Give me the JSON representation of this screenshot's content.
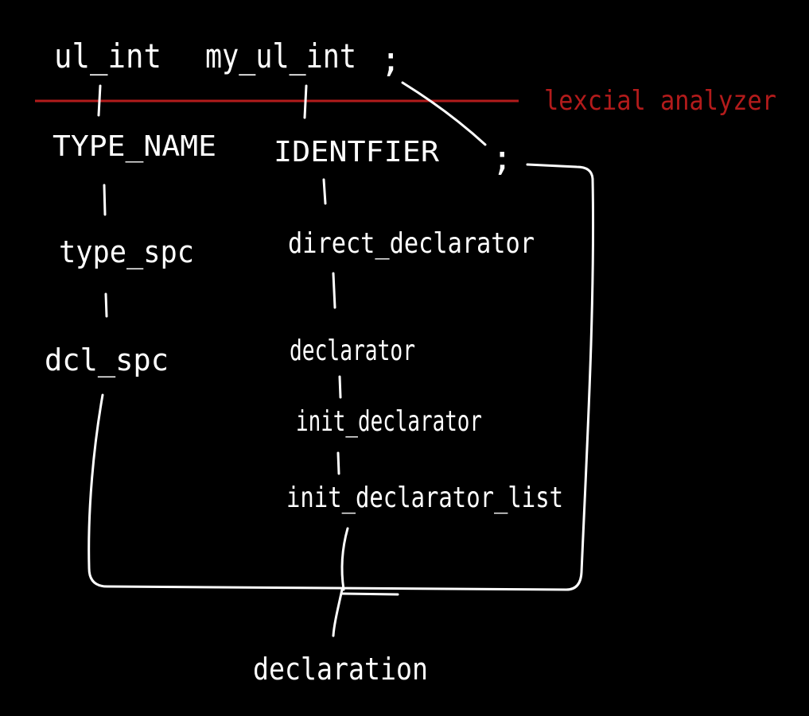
{
  "colors": {
    "background": "#000000",
    "ink": "#ffffff",
    "lexer_line": "#b31b1b"
  },
  "source": {
    "type_token": "ul_int",
    "identifier_token": "my_ul_int",
    "semicolon": ";"
  },
  "lexer_label": "lexcial analyzer",
  "tokens": {
    "type_name": "TYPE_NAME",
    "identifier": "IDENTFIER",
    "semicolon": ";"
  },
  "left_chain": {
    "type_spc": "type_spc",
    "dcl_spc": "dcl_spc"
  },
  "right_chain": {
    "direct_declarator": "direct_declarator",
    "declarator": "declarator",
    "init_declarator": "init_declarator",
    "init_declarator_list": "init_declarator_list"
  },
  "root": "declaration"
}
